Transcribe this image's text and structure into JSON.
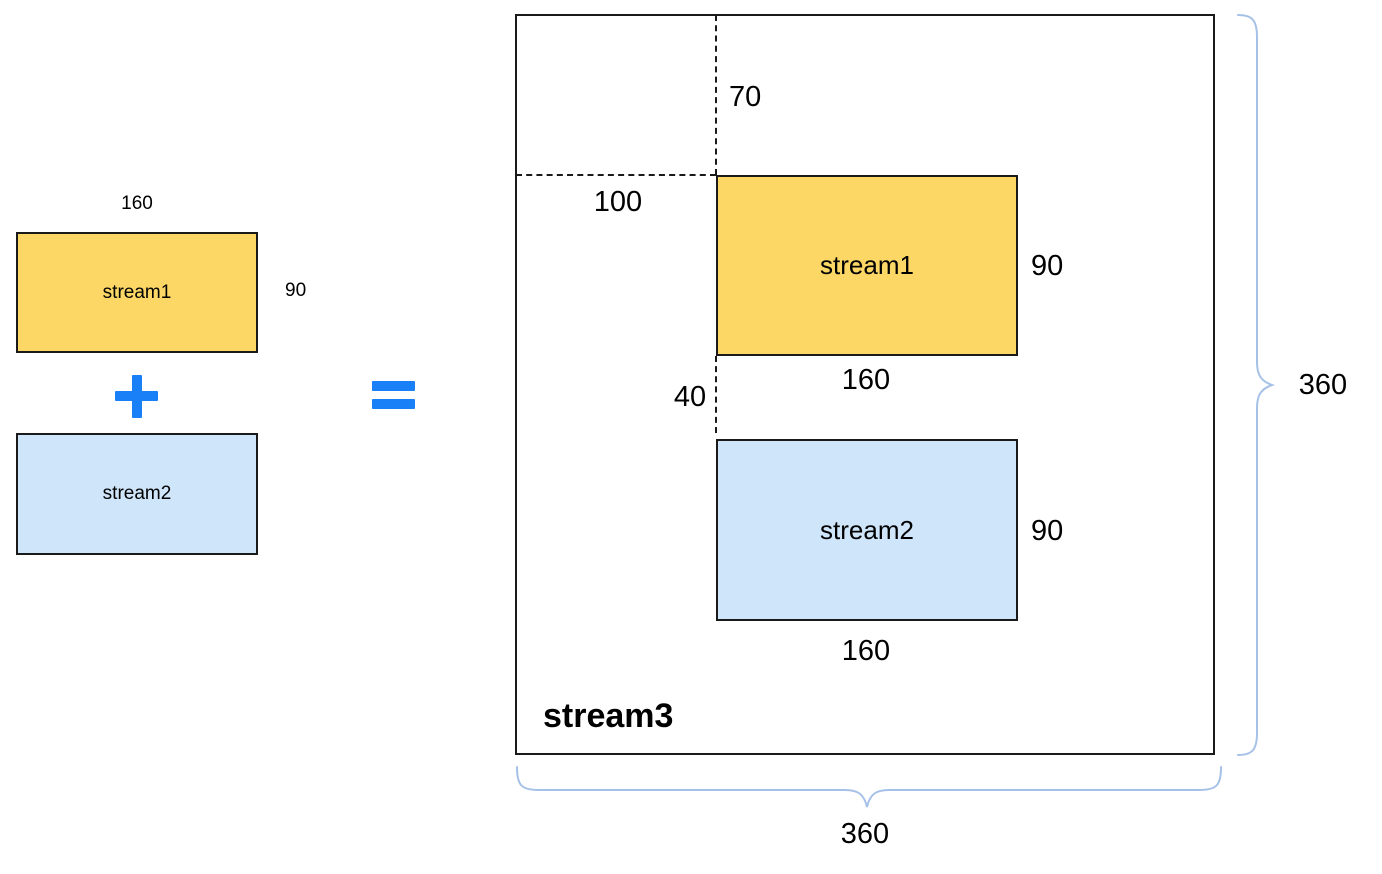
{
  "colors": {
    "stream1_fill": "#fcd766",
    "stream2_fill": "#cfe5fa",
    "operator_blue": "#1a80f7",
    "brace_blue": "#a6c1e7",
    "stroke_black": "#1a1a1a"
  },
  "left_panel": {
    "stream1": {
      "label": "stream1",
      "width": "160",
      "height": "90"
    },
    "stream2": {
      "label": "stream2"
    }
  },
  "operators": {
    "plus": "+",
    "equals": "="
  },
  "composition": {
    "title": "stream3",
    "offset_top": "70",
    "offset_left": "100",
    "gap": "40",
    "stream1": {
      "label": "stream1",
      "width": "160",
      "height": "90"
    },
    "stream2": {
      "label": "stream2",
      "width": "160",
      "height": "90"
    },
    "canvas_width": "360",
    "canvas_height": "360"
  }
}
